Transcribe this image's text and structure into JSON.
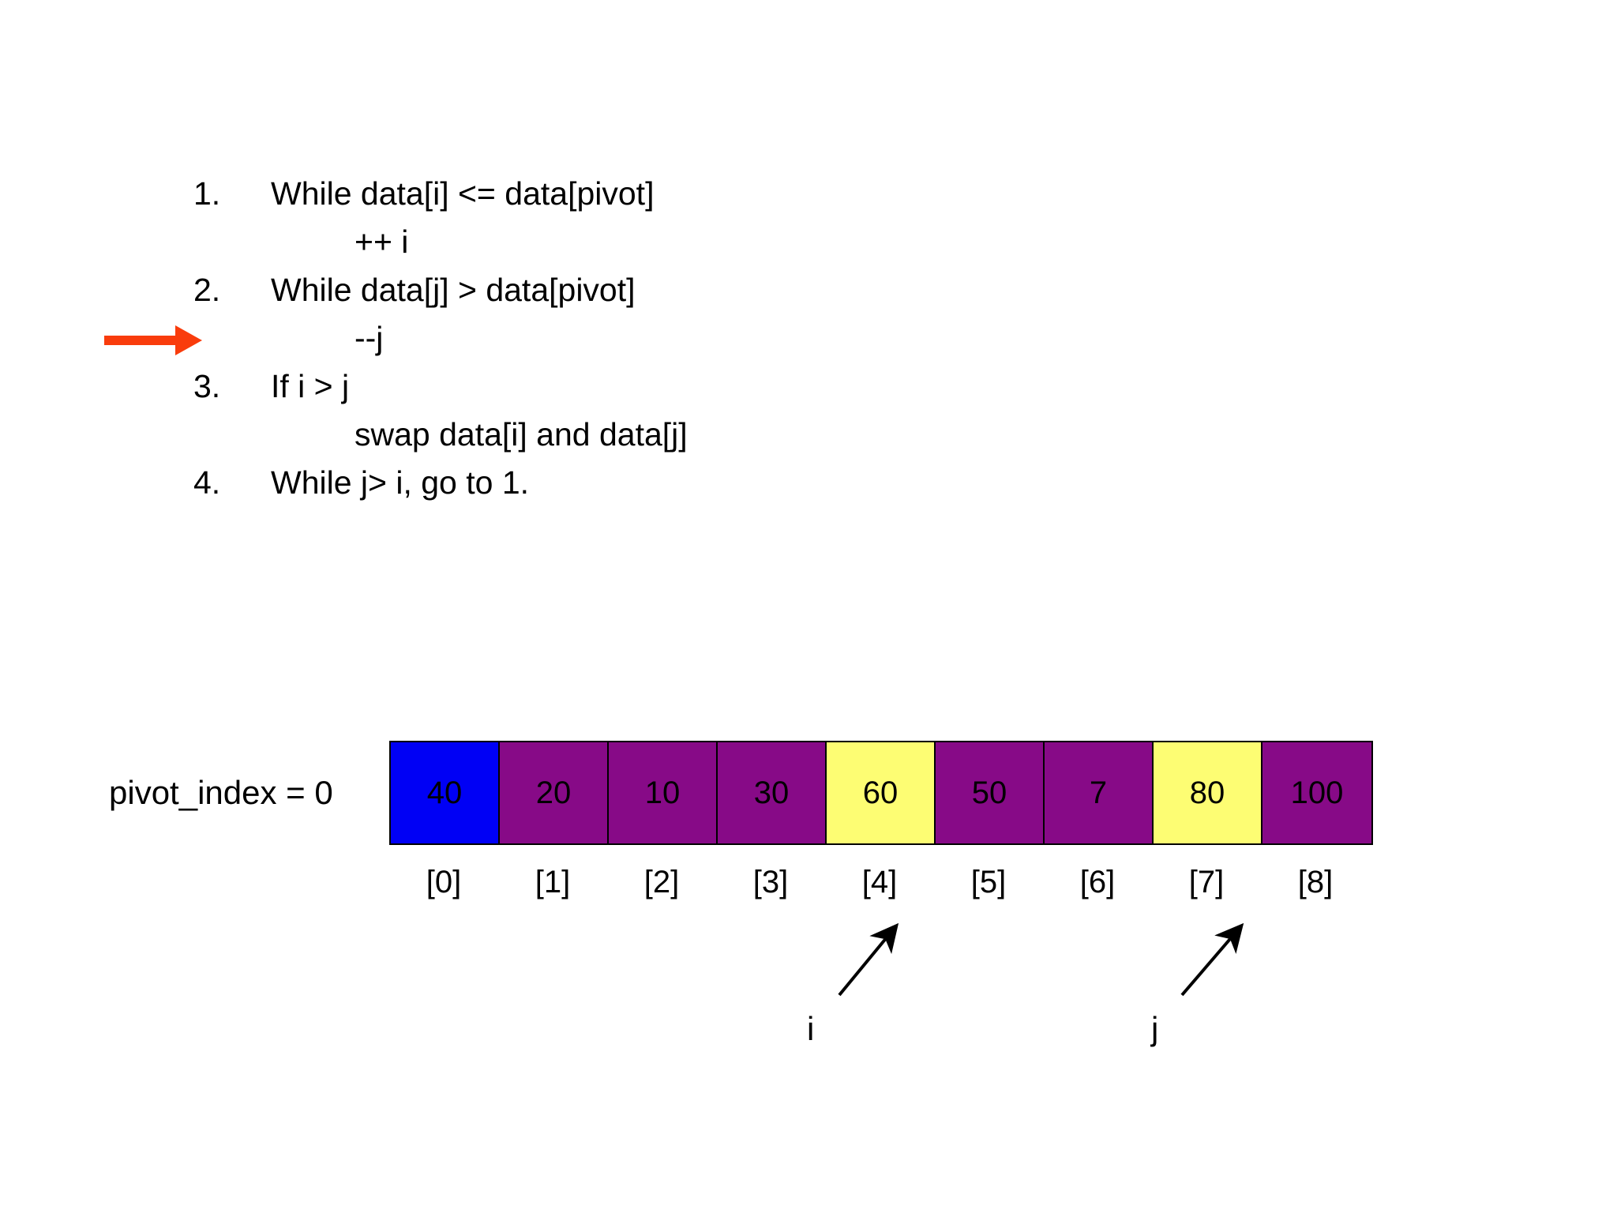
{
  "slide": {
    "background_color": "#ffffff",
    "algorithm": {
      "steps": [
        {
          "number": "1.",
          "text": "While data[i] <= data[pivot]",
          "sub": "++ i"
        },
        {
          "number": "2.",
          "text": "While data[j] > data[pivot]",
          "sub": "--j"
        },
        {
          "number": "3.",
          "text": "If i > j",
          "sub": "swap data[i] and data[j]"
        },
        {
          "number": "4.",
          "text": "While j> i, go to 1.",
          "sub": ""
        }
      ]
    },
    "current_step_marker": {
      "icon": "right-arrow-icon",
      "color": "#f93c0c",
      "points_to_step": "2"
    },
    "array_diagram": {
      "pivot_label": "pivot_index = 0",
      "cells": [
        {
          "value": "40",
          "index": "[0]",
          "state": "pivot"
        },
        {
          "value": "20",
          "index": "[1]",
          "state": "normal"
        },
        {
          "value": "10",
          "index": "[2]",
          "state": "normal"
        },
        {
          "value": "30",
          "index": "[3]",
          "state": "normal"
        },
        {
          "value": "60",
          "index": "[4]",
          "state": "marked"
        },
        {
          "value": "50",
          "index": "[5]",
          "state": "normal"
        },
        {
          "value": "7",
          "index": "[6]",
          "state": "normal"
        },
        {
          "value": "80",
          "index": "[7]",
          "state": "marked"
        },
        {
          "value": "100",
          "index": "[8]",
          "state": "normal"
        }
      ],
      "colors": {
        "pivot": "#0000f5",
        "normal": "#870a87",
        "marked": "#fdfd73",
        "border": "#000000"
      },
      "pointers": [
        {
          "label": "i",
          "target_index": "[4]"
        },
        {
          "label": "j",
          "target_index": "[7]"
        }
      ]
    }
  }
}
